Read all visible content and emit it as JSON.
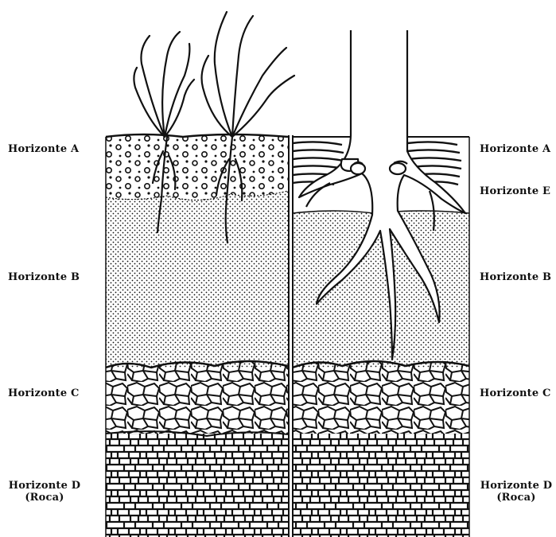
{
  "left_profile": {
    "horizon_a": "Horizonte A",
    "horizon_b": "Horizonte B",
    "horizon_c": "Horizonte C",
    "horizon_d": "Horizonte D",
    "horizon_d_note": "(Roca)"
  },
  "right_profile": {
    "horizon_a": "Horizonte A",
    "horizon_e": "Horizonte E",
    "horizon_b": "Horizonte B",
    "horizon_c": "Horizonte C",
    "horizon_d": "Horizonte D",
    "horizon_d_note": "(Roca)"
  },
  "colors": {
    "ink": "#111111",
    "background": "#ffffff"
  }
}
